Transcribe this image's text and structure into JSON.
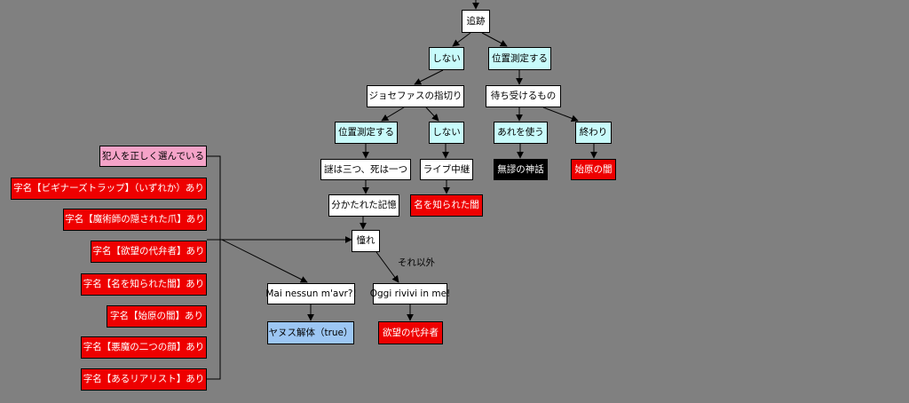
{
  "nodes": {
    "tsuiseki": "追跡",
    "shinai_1": "しない",
    "ichi_sokutei_1": "位置測定する",
    "josephus": "ジョセファスの指切り",
    "machiukeru": "待ち受けるもの",
    "ichi_sokutei_2": "位置測定する",
    "shinai_2": "しない",
    "are_tsukau": "あれを使う",
    "owari": "終わり",
    "nazo": "謎は三つ、死は一つ",
    "live": "ライブ中継",
    "mubyu": "無謬の神話",
    "shigen_1": "始原の闇",
    "wakareta": "分かたれた記憶",
    "na_shirareta": "名を知られた闇",
    "akogare": "憧れ",
    "mai_nessun": "Mai nessun m'avr?!",
    "oggi": "Oggi rivivi in me!",
    "yanusu": "ヤヌス解体（true）",
    "yokubou": "欲望の代弁者",
    "hannin": "犯人を正しく選んでいる",
    "aza_1": "字名【ビギナーズトラップ】（いずれか）あり",
    "aza_2": "字名【魔術師の隠された爪】あり",
    "aza_3": "字名【欲望の代弁者】あり",
    "aza_4": "字名【名を知られた闇】あり",
    "aza_5": "字名【始原の闇】あり",
    "aza_6": "字名【悪魔の二つの顔】あり",
    "aza_7": "字名【あるリアリスト】あり"
  },
  "edge_labels": {
    "sore_igai": "それ以外"
  },
  "colors": {
    "background": "#808080",
    "white_node": "#ffffff",
    "choice_node": "#c8fbfb",
    "ending_node": "#ee0000",
    "special_ending_node": "#000000",
    "condition_node": "#f5a3c8",
    "true_ending_node": "#9cc6f3"
  }
}
